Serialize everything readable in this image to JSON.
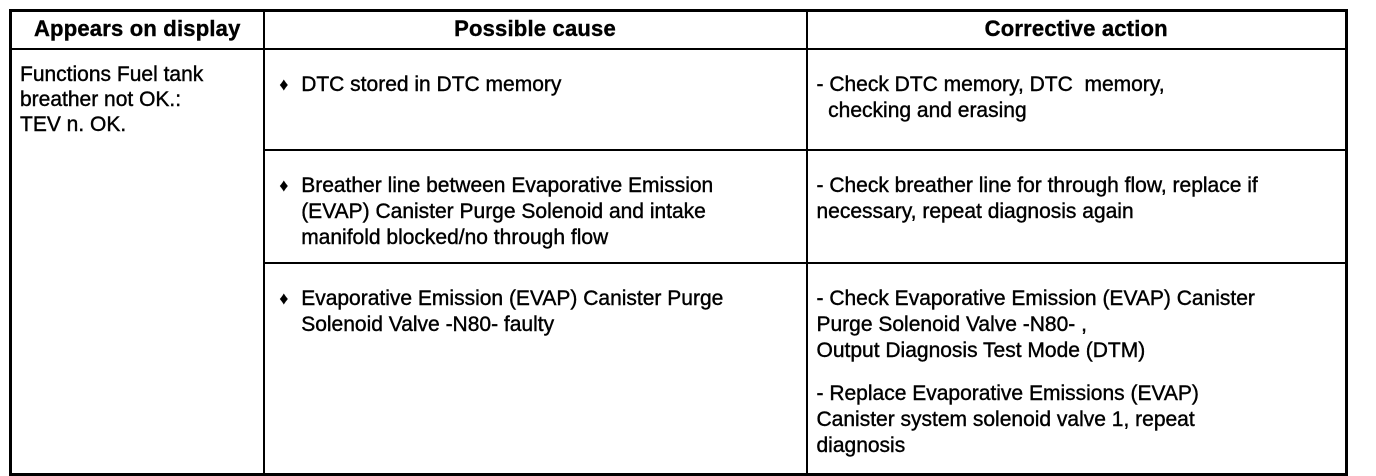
{
  "table": {
    "bullet_glyph": "♦",
    "headers": {
      "display": "Appears on display",
      "cause": "Possible cause",
      "action": "Corrective action"
    },
    "display_text": "Functions Fuel tank\nbreather not OK.:\nTEV n. OK.",
    "rows": [
      {
        "cause": "DTC stored in DTC memory",
        "actions": [
          "- Check DTC memory, DTC  memory,\n  checking and erasing"
        ]
      },
      {
        "cause": "Breather line between Evaporative Emission\n(EVAP) Canister Purge Solenoid and intake\nmanifold blocked/no through flow",
        "actions": [
          "- Check breather line for through flow, replace if\nnecessary, repeat diagnosis again"
        ]
      },
      {
        "cause": "Evaporative Emission (EVAP) Canister Purge\nSolenoid Valve -N80- faulty",
        "actions": [
          "- Check Evaporative Emission (EVAP) Canister\nPurge Solenoid Valve -N80- ,\nOutput Diagnosis Test Mode (DTM)",
          "- Replace Evaporative Emissions (EVAP)\nCanister system solenoid valve 1, repeat\ndiagnosis"
        ]
      }
    ]
  }
}
